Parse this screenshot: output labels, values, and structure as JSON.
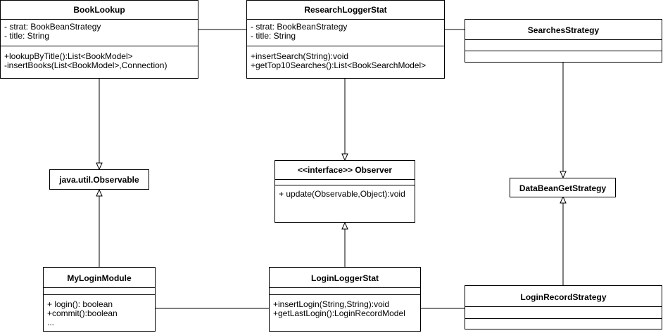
{
  "classes": {
    "book_lookup": {
      "name": "BookLookup",
      "attributes": [
        "- strat: BookBeanStrategy",
        "- title: String"
      ],
      "methods": [
        "+lookupByTitle():List<BookModel>",
        "-insertBooks(List<BookModel>,Connection)"
      ]
    },
    "research_logger_stat": {
      "name": "ResearchLoggerStat",
      "attributes": [
        "- strat: BookBeanStrategy",
        "- title: String"
      ],
      "methods": [
        "+insertSearch(String):void",
        "+getTop10Searches():List<BookSearchModel>"
      ]
    },
    "searches_strategy": {
      "name": "SearchesStrategy"
    },
    "observable": {
      "name": "java.util.Observable"
    },
    "observer": {
      "name": "<<interface>> Observer",
      "methods": [
        "+ update(Observable,Object):void"
      ]
    },
    "data_bean_get_strategy": {
      "name": "DataBeanGetStrategy"
    },
    "my_login_module": {
      "name": "MyLoginModule",
      "methods": [
        "+ login(): boolean",
        "+commit():boolean",
        "..."
      ]
    },
    "login_logger_stat": {
      "name": "LoginLoggerStat",
      "methods": [
        "+insertLogin(String,String):void",
        "+getLastLogin():LoginRecordModel"
      ]
    },
    "login_record_strategy": {
      "name": "LoginRecordStrategy"
    }
  }
}
